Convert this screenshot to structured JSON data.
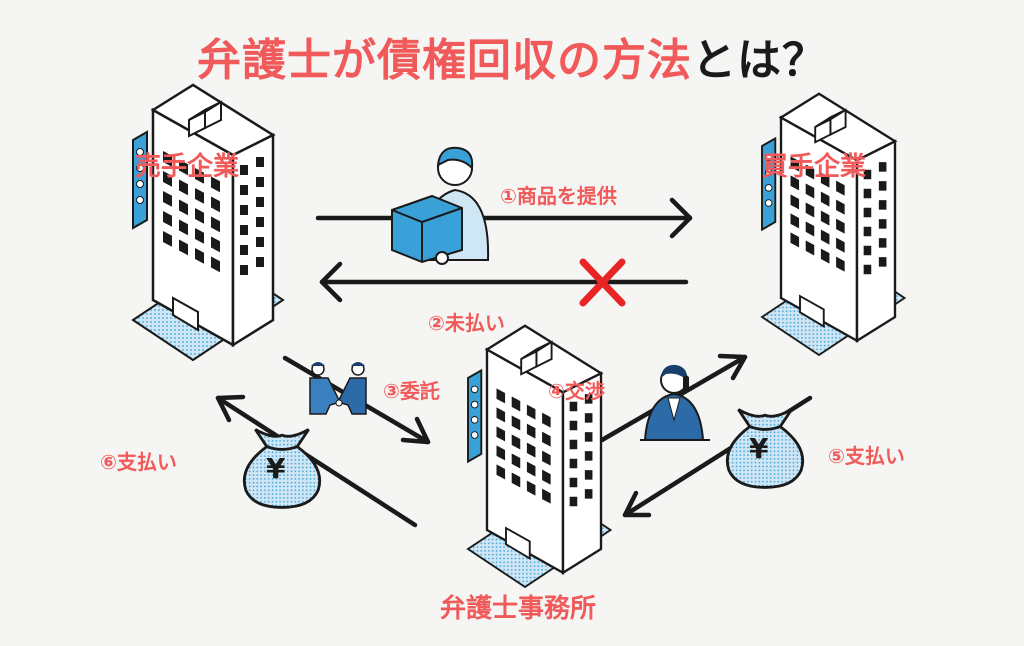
{
  "title": {
    "red_part": "弁護士が債権回収の方法",
    "black_part": "とは？"
  },
  "nodes": {
    "seller": "売手企業",
    "buyer": "買手企業",
    "law_office": "弁護士事務所"
  },
  "steps": {
    "s1": "①商品を提供",
    "s2": "②未払い",
    "s3": "③委託",
    "s4": "④交渉",
    "s5": "⑤支払い",
    "s6": "⑥支払い"
  },
  "yen_symbol": "¥",
  "icons": [
    "building-icon",
    "delivery-person-icon",
    "handshake-icon",
    "phone-businessman-icon",
    "money-bag-icon",
    "cross-mark-icon"
  ],
  "colors": {
    "accent": "#f15a5a",
    "arrow": "#1a1a1a",
    "blue": "#3aa0d8",
    "background": "#f5f5f3"
  }
}
